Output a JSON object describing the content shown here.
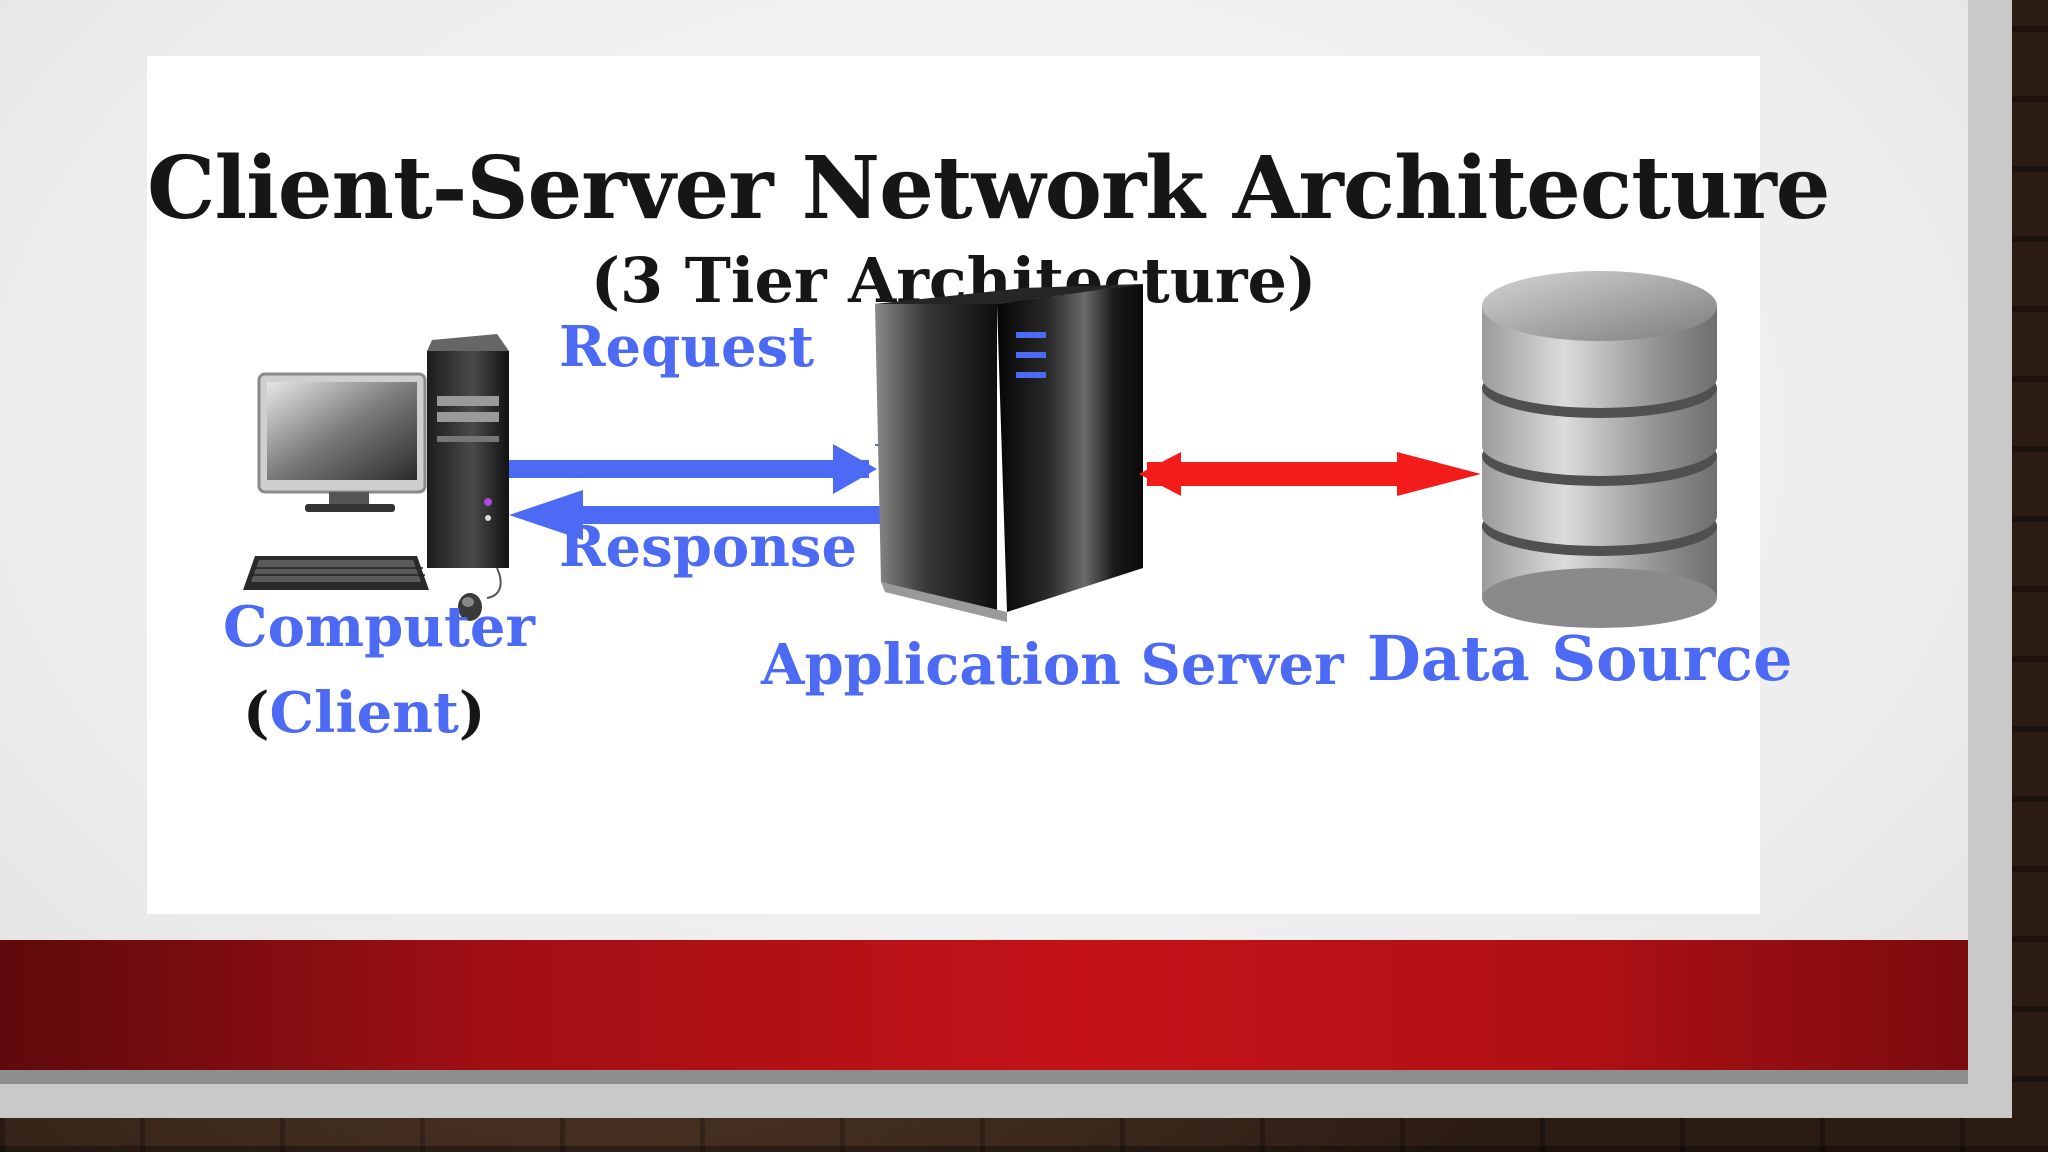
{
  "slide": {
    "title": "Client-Server Network Architecture",
    "subtitle": "(3 Tier Architecture)"
  },
  "labels": {
    "request": "Request",
    "response": "Response",
    "computer": "Computer",
    "client_open": "(",
    "client": "Client",
    "client_close": ")",
    "application_server": "Application Server",
    "data_source": "Data Source"
  },
  "colors": {
    "label_blue": "#4c6af3",
    "request_response_arrows": "#4c6af3",
    "server_datasource_arrow": "#f41b1b",
    "band_red": "#c41218"
  },
  "icons": {
    "client": "desktop-computer-icon",
    "server": "server-tower-icon",
    "data_source": "database-icon"
  }
}
